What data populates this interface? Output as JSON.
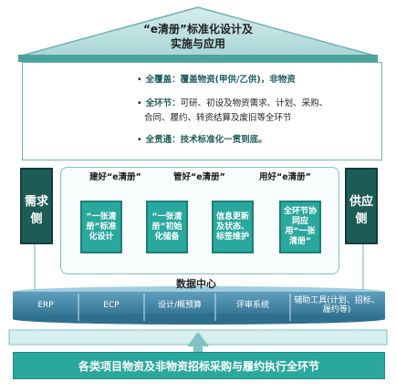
{
  "roof": {
    "title_line1": "“e清册”标准化设计及",
    "title_line2": "实施与应用"
  },
  "cycle": {
    "node_top": "全覆盖",
    "node_left": "全环节",
    "node_right": "全贯通"
  },
  "info": {
    "bullet": "•",
    "line1_head": "全覆盖：",
    "line1_body": "覆盖物资(甲供/乙供)，非物资",
    "line2_head": "全环节：",
    "line2_body": "可研、初设及物资需求、计划、采购、",
    "line3_body": "合同、履约、转资结算及废旧等全环节",
    "line4_head": "全贯通：",
    "line4_body": "技术标准化一贯到底。"
  },
  "pillars": {
    "left": [
      "需求",
      "侧"
    ],
    "right": [
      "供应",
      "侧"
    ]
  },
  "phases": [
    "建好“e清册”",
    "管好“e清册”",
    "用好“e清册”"
  ],
  "steps": [
    "“一张清册”标准化设计",
    "“一张清册”初始化储备",
    "信息更新及状态、标签维护",
    "全环节协同应用“一张清册”"
  ],
  "data_center": "数据中心",
  "systems": [
    "ERP",
    "ECP",
    "设计/概预算",
    "评审系统",
    "辅助工具(计划、招标、履约等)"
  ],
  "bottom_banner": "各类项目物资及非物资招标采购与履约执行全环节",
  "colors": {
    "teal": "#2aa89d",
    "dark_green": "#1d5c56",
    "steel_blue": "#3d7f9e"
  }
}
